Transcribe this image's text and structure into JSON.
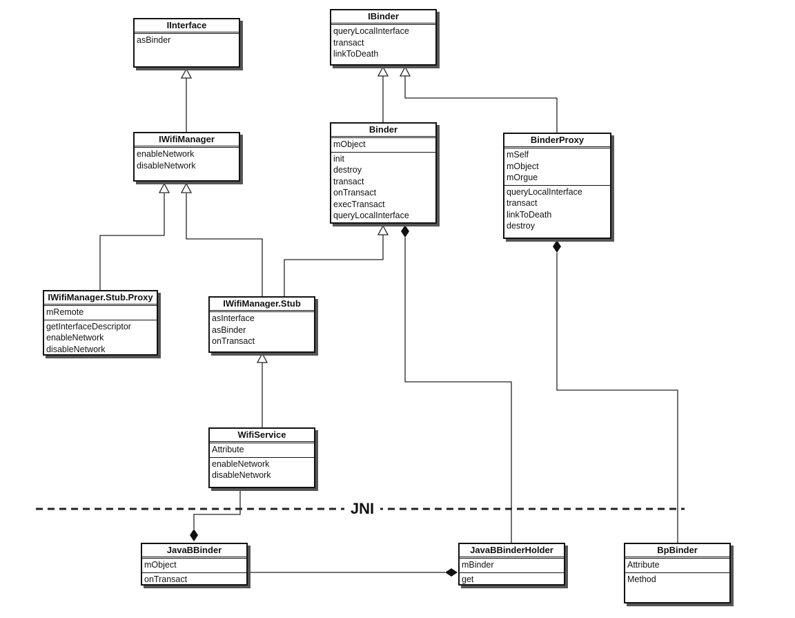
{
  "diagram": {
    "separator_label": "JNI",
    "classes": [
      {
        "key": "iinterface",
        "name": "IInterface",
        "sections": [
          [
            "asBinder"
          ]
        ]
      },
      {
        "key": "ibinder",
        "name": "IBinder",
        "sections": [
          [
            "queryLocalInterface",
            "transact",
            "linkToDeath"
          ]
        ]
      },
      {
        "key": "iwifimanager",
        "name": "IWifiManager",
        "sections": [
          [
            "enableNetwork",
            "disableNetwork"
          ]
        ]
      },
      {
        "key": "binder",
        "name": "Binder",
        "sections": [
          [
            "mObject"
          ],
          [
            "init",
            "destroy",
            "transact",
            "onTransact",
            "execTransact",
            "queryLocalInterface"
          ]
        ]
      },
      {
        "key": "binderproxy",
        "name": "BinderProxy",
        "sections": [
          [
            "mSelf",
            "mObject",
            "mOrgue"
          ],
          [
            "queryLocalInterface",
            "transact",
            "linkToDeath",
            "destroy"
          ]
        ]
      },
      {
        "key": "stub-proxy",
        "name": "IWifiManager.Stub.Proxy",
        "sections": [
          [
            "mRemote"
          ],
          [
            "getInterfaceDescriptor",
            "enableNetwork",
            "disableNetwork"
          ]
        ]
      },
      {
        "key": "stub",
        "name": "IWifiManager.Stub",
        "sections": [
          [
            "asInterface",
            "asBinder",
            "onTransact"
          ]
        ]
      },
      {
        "key": "wifiservice",
        "name": "WifiService",
        "sections": [
          [
            "Attribute"
          ],
          [
            "enableNetwork",
            "disableNetwork"
          ]
        ]
      },
      {
        "key": "javabbinder",
        "name": "JavaBBinder",
        "sections": [
          [
            "mObject"
          ],
          [
            "onTransact"
          ]
        ]
      },
      {
        "key": "javabbinderholder",
        "name": "JavaBBinderHolder",
        "sections": [
          [
            "mBinder"
          ],
          [
            "get"
          ]
        ]
      },
      {
        "key": "bpbinder",
        "name": "BpBinder",
        "sections": [
          [
            "Attribute"
          ],
          [
            "Method"
          ]
        ]
      }
    ],
    "relations": [
      {
        "from": "iwifimanager",
        "to": "iinterface",
        "type": "generalization"
      },
      {
        "from": "binder",
        "to": "ibinder",
        "type": "generalization"
      },
      {
        "from": "binderproxy",
        "to": "ibinder",
        "type": "generalization"
      },
      {
        "from": "stub-proxy",
        "to": "iwifimanager",
        "type": "generalization"
      },
      {
        "from": "stub",
        "to": "iwifimanager",
        "type": "generalization"
      },
      {
        "from": "stub",
        "to": "binder",
        "type": "generalization"
      },
      {
        "from": "wifiservice",
        "to": "stub",
        "type": "generalization"
      },
      {
        "from": "binder",
        "to": "javabbinderholder",
        "type": "composition"
      },
      {
        "from": "binderproxy",
        "to": "bpbinder",
        "type": "composition"
      },
      {
        "from": "javabbinder",
        "to": "wifiservice",
        "type": "composition"
      },
      {
        "from": "javabbinderholder",
        "to": "javabbinder",
        "type": "composition"
      }
    ]
  }
}
